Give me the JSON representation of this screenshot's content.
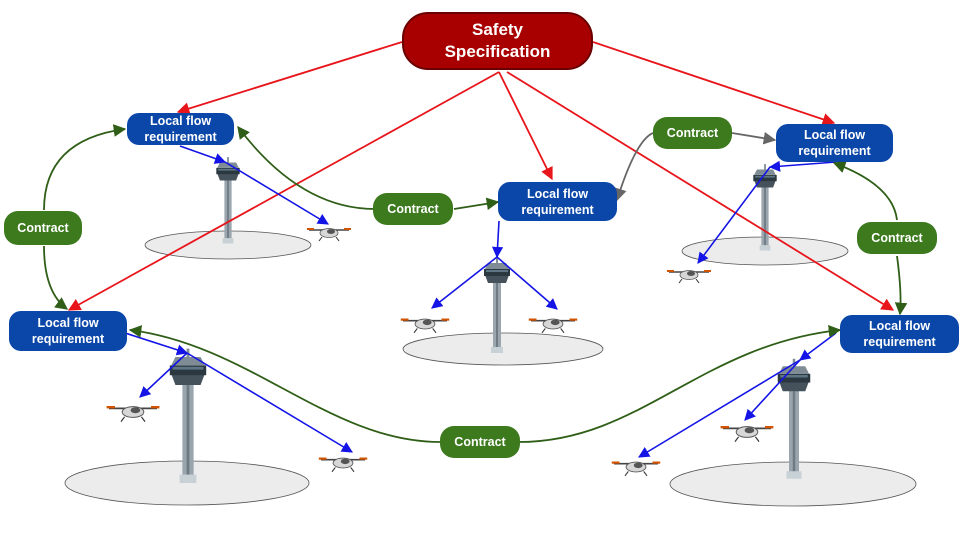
{
  "safety_spec": "Safety\nSpecification",
  "local_flow_label": "Local flow\nrequirement",
  "contract_label": "Contract",
  "colors": {
    "safety": "#a80000",
    "local_flow": "#0b47a8",
    "contract": "#3d7a1e",
    "spec_arrow": "#e8151b",
    "flow_arrow": "#1414e6",
    "contract_arrow": "#2f5e17",
    "contract_arrow_gray": "#666666"
  },
  "icons": [
    "control-tower-icon",
    "drone-icon"
  ]
}
